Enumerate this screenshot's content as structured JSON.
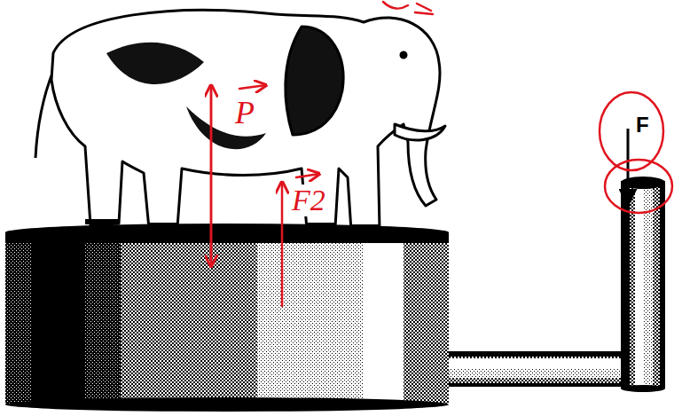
{
  "diagram": {
    "labels": [
      "F",
      "P",
      "F2"
    ]
  }
}
